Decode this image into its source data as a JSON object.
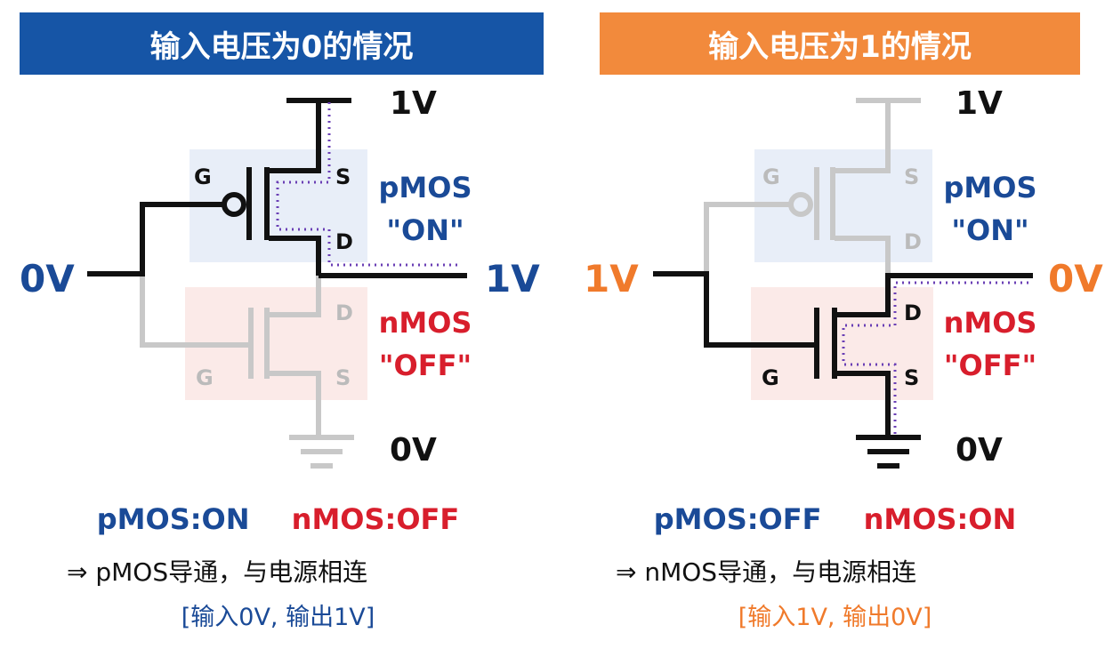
{
  "left": {
    "title": "输入电压为0的情况",
    "vdd": "1V",
    "gnd": "0V",
    "input": "0V",
    "output": "1V",
    "pmos_label": "pMOS",
    "pmos_state": "\"ON\"",
    "nmos_label": "nMOS",
    "nmos_state": "\"OFF\"",
    "pin_g_top": "G",
    "pin_s_top": "S",
    "pin_d_top": "D",
    "pin_d_bot": "D",
    "pin_g_bot": "G",
    "pin_s_bot": "S",
    "status_p": "pMOS:ON",
    "status_n": "nMOS:OFF",
    "note": "⇒ pMOS导通，与电源相连",
    "bracket": "[输入0V, 输出1V]"
  },
  "right": {
    "title": "输入电压为1的情况",
    "vdd": "1V",
    "gnd": "0V",
    "input": "1V",
    "output": "0V",
    "pmos_label": "pMOS",
    "pmos_state": "\"ON\"",
    "nmos_label": "nMOS",
    "nmos_state": "\"OFF\"",
    "pin_g_top": "G",
    "pin_s_top": "S",
    "pin_d_top": "D",
    "pin_d_bot": "D",
    "pin_g_bot": "G",
    "pin_s_bot": "S",
    "status_p": "pMOS:OFF",
    "status_n": "nMOS:ON",
    "note": "⇒ nMOS导通，与电源相连",
    "bracket": "[输入1V, 输出0V]"
  },
  "colors": {
    "blue": "#1a4a97",
    "red": "#d81e2c",
    "orange": "#f07a2b",
    "left_header": "#1655a6",
    "right_header": "#f28a3c",
    "active_wire": "#111111",
    "inactive_wire": "#c8c8c8",
    "current_path": "#6a3fb5",
    "pmos_bg": "#e8eef8",
    "nmos_bg": "#fbeae8"
  }
}
